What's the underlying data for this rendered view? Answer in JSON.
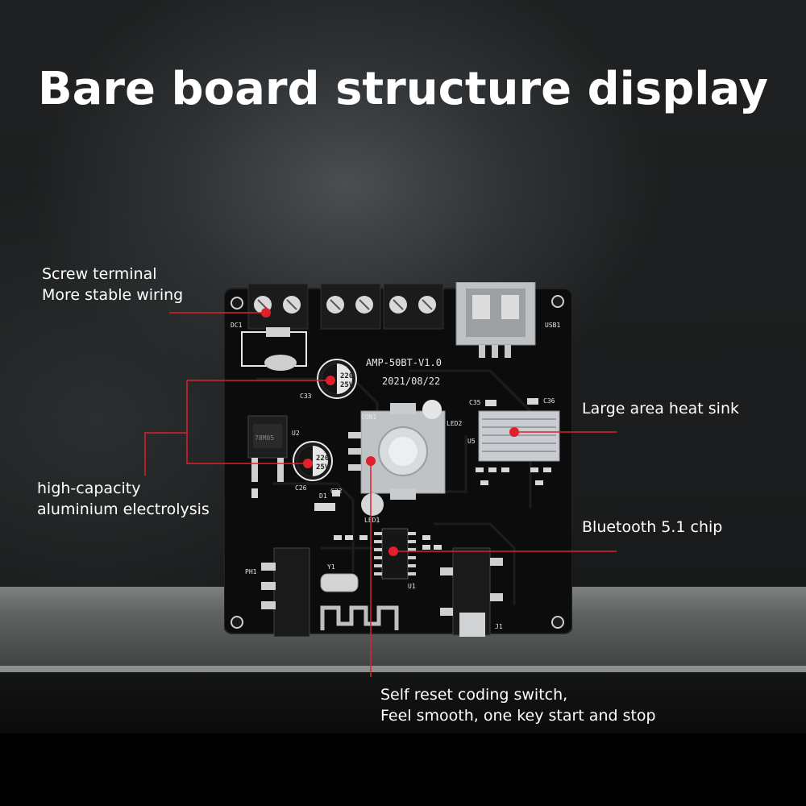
{
  "title": "Bare board structure display",
  "callouts": {
    "screw_terminal": {
      "line1": "Screw terminal",
      "line2": "More stable wiring"
    },
    "heat_sink": {
      "line1": "Large area heat sink"
    },
    "capacitors": {
      "line1": "high-capacity",
      "line2": "aluminium electrolysis"
    },
    "bluetooth": {
      "line1": "Bluetooth 5.1 chip"
    },
    "switch": {
      "line1": "Self reset coding switch,",
      "line2": "Feel smooth, one key start and stop"
    }
  },
  "board": {
    "model": "AMP-50BT-V1.0",
    "date": "2021/08/22",
    "cap_value": "220",
    "cap_voltage": "25V",
    "silk": {
      "dc1": "DC1",
      "usb1": "USB1",
      "c33": "C33",
      "u2": "U2",
      "c26": "C26",
      "d1": "D1",
      "c32": "C32",
      "con1": "CON1",
      "led2": "LED2",
      "led1": "LED1",
      "c35": "C35",
      "c36": "C36",
      "u5": "U5",
      "ph1": "PH1",
      "y1": "Y1",
      "u1": "U1",
      "j1": "J1",
      "reg": "78M05"
    }
  },
  "colors": {
    "accent": "#e0202a",
    "pcb": "#0c0c0c",
    "silk": "#e8e8e8",
    "heatsink": "#c9ccd0"
  }
}
